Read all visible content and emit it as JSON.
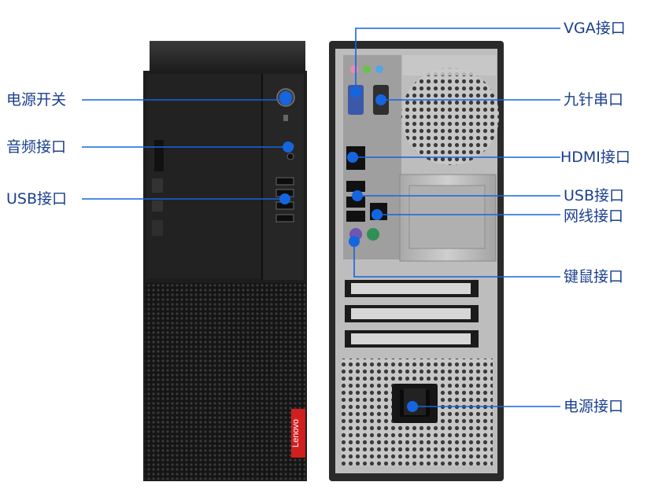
{
  "labels": {
    "power_switch": "电源开关",
    "audio_port": "音频接口",
    "usb_front": "USB接口",
    "vga_port": "VGA接口",
    "serial_port": "九针串口",
    "hdmi_port": "HDMI接口",
    "usb_rear": "USB接口",
    "ethernet_port": "网线接口",
    "ps2_port": "键鼠接口",
    "power_port": "电源接口"
  },
  "brand": "Lenovo",
  "colors": {
    "callout": "#1565e0",
    "label_text": "#1a3f8f",
    "case_front": "#1b1b1b",
    "case_rear": "#2a2a2a",
    "panel_metal": "#b8b8b8",
    "brand_badge": "#d11f1f"
  }
}
